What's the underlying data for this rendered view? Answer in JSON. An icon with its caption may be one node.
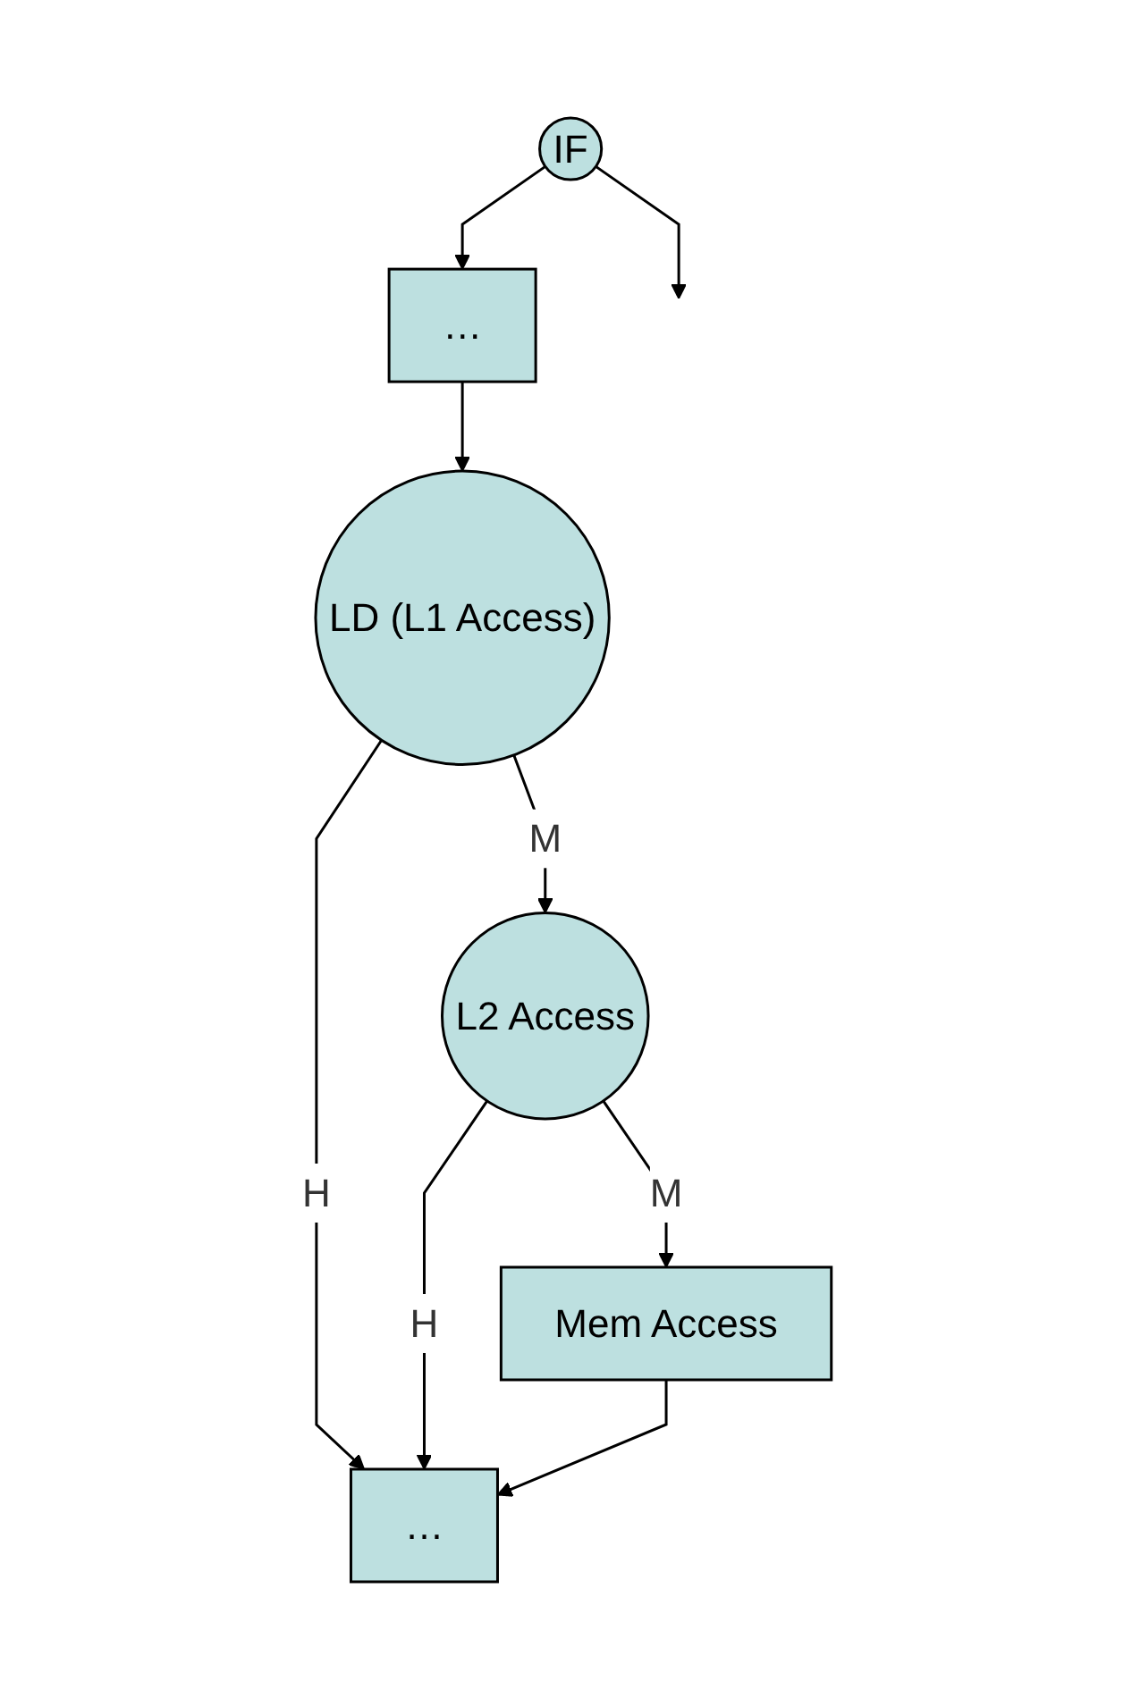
{
  "diagram": {
    "nodes": [
      {
        "text": [
          "IF"
        ]
      },
      {
        "text": [
          "…"
        ]
      },
      {
        "text": [
          "LD (L1 Access)"
        ]
      },
      {
        "text": [
          "L2 Access"
        ]
      },
      {
        "text": [
          "Mem Access"
        ]
      },
      {
        "text": [
          "…"
        ]
      }
    ],
    "edges": [
      {
        "from": 0,
        "to": null,
        "arrow": "to"
      },
      {
        "from": 0,
        "to": 1,
        "arrow": "to"
      },
      {
        "from": 1,
        "to": 2,
        "arrow": "to"
      },
      {
        "from": 2,
        "to": 3,
        "label": "M",
        "arrow": "to"
      },
      {
        "from": 2,
        "to": 5,
        "label": "H",
        "arrow": "to"
      },
      {
        "from": 3,
        "to": 5,
        "label": "H",
        "arrow": "to"
      },
      {
        "from": 3,
        "to": 4,
        "label": "M",
        "arrow": "to"
      },
      {
        "from": 4,
        "to": 5,
        "arrow": "to"
      }
    ]
  }
}
